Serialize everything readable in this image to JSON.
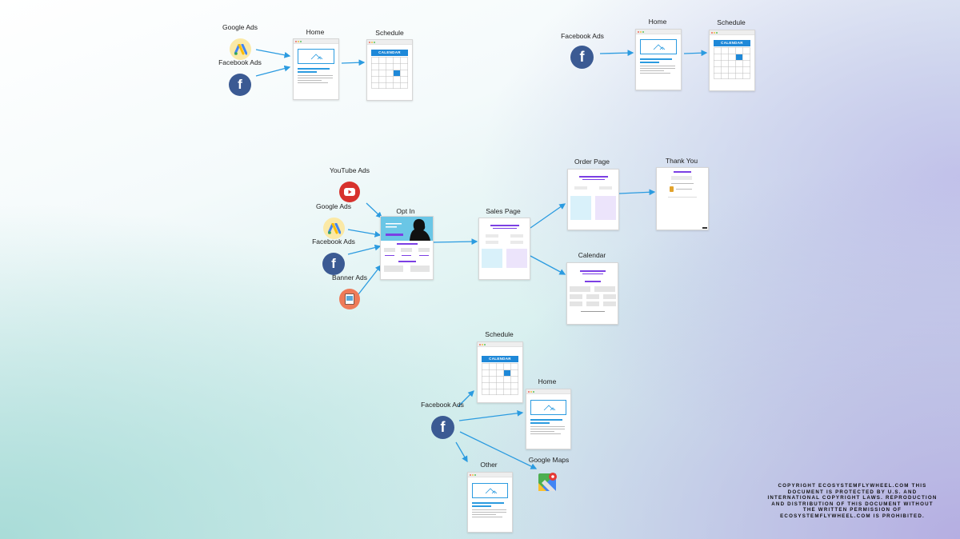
{
  "labels": {
    "f1_google": "Google Ads",
    "f1_facebook": "Facebook Ads",
    "f1_home": "Home",
    "f1_schedule": "Schedule",
    "f2_facebook": "Facebook Ads",
    "f2_home": "Home",
    "f2_schedule": "Schedule",
    "f3_youtube": "YouTube Ads",
    "f3_google": "Google Ads",
    "f3_facebook": "Facebook Ads",
    "f3_banner": "Banner Ads",
    "f3_optin": "Opt In",
    "f3_sales": "Sales Page",
    "f3_order": "Order Page",
    "f3_thankyou": "Thank You",
    "f3_calendar": "Calendar",
    "f4_schedule": "Schedule",
    "f4_home": "Home",
    "f4_facebook": "Facebook Ads",
    "f4_maps": "Google Maps",
    "f4_other": "Other"
  },
  "calendar_title": "CALENDAR",
  "copyright": "COPYRIGHT ECOSYSTEMFLYWHEEL.COM THIS DOCUMENT IS PROTECTED BY U.S. AND INTERNATIONAL COPYRIGHT LAWS. REPRODUCTION AND DISTRIBUTION OF THIS DOCUMENT WITHOUT THE WRITTEN PERMISSION OF ECOSYSTEMFLYWHEEL.COM IS PROHIBITED.",
  "icons": {
    "facebook": "f",
    "facebook_color": "#3b5a93",
    "google_ads_color": "#fbe9a6",
    "youtube_color": "#d7322d",
    "banner_color": "#ee7a58",
    "arrow_color": "#2b9be0",
    "calendar_color": "#1e88d8"
  }
}
